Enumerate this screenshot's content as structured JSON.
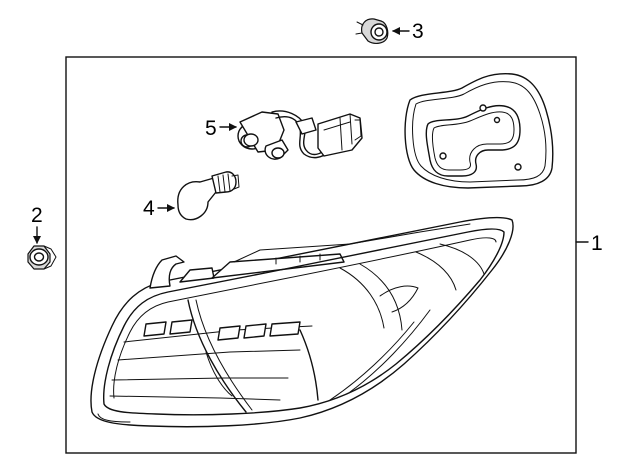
{
  "callouts": {
    "c1": "1",
    "c2": "2",
    "c3": "3",
    "c4": "4",
    "c5": "5"
  },
  "colors": {
    "line": "#111111",
    "shade": "#d8d8d8",
    "background": "#ffffff"
  }
}
